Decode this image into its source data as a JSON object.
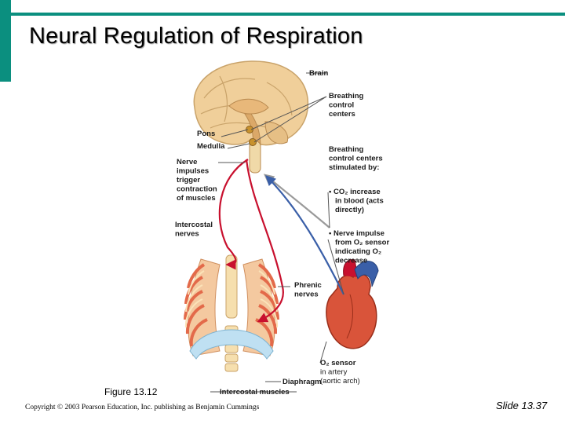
{
  "slide": {
    "title": "Neural Regulation of Respiration",
    "figure_label": "Figure 13.12",
    "copyright": "Copyright © 2003 Pearson Education, Inc. publishing as Benjamin Cummings",
    "slide_number": "Slide 13.37"
  },
  "labels": {
    "brain": "Brain",
    "breathing_control_centers": [
      "Breathing",
      "control",
      "centers"
    ],
    "pons": "Pons",
    "medulla": "Medulla",
    "nerve_impulses": [
      "Nerve",
      "impulses",
      "trigger",
      "contraction",
      "of muscles"
    ],
    "stimulated_by": [
      "Breathing",
      "control centers",
      "stimulated by:"
    ],
    "co2_increase": [
      "• CO₂ increase",
      "in blood (acts",
      "directly)"
    ],
    "nerve_impulse_o2": [
      "• Nerve impulse",
      "from O₂ sensor",
      "indicating O₂",
      "decrease"
    ],
    "intercostal_nerves": [
      "Intercostal",
      "nerves"
    ],
    "phrenic_nerves": [
      "Phrenic",
      "nerves"
    ],
    "o2_sensor": [
      "O₂ sensor",
      "in artery",
      "(aortic arch)"
    ],
    "diaphragm": "Diaphragm",
    "intercostal_muscles": "Intercostal muscles"
  },
  "colors": {
    "frame": "#0b8f7f",
    "nerve_red": "#c8102e",
    "nerve_blue": "#3a5fa8",
    "nerve_gray": "#9a9a9a",
    "brain": "#f0cf9a",
    "heart": "#d9543a",
    "muscle": "#e36a4a"
  }
}
